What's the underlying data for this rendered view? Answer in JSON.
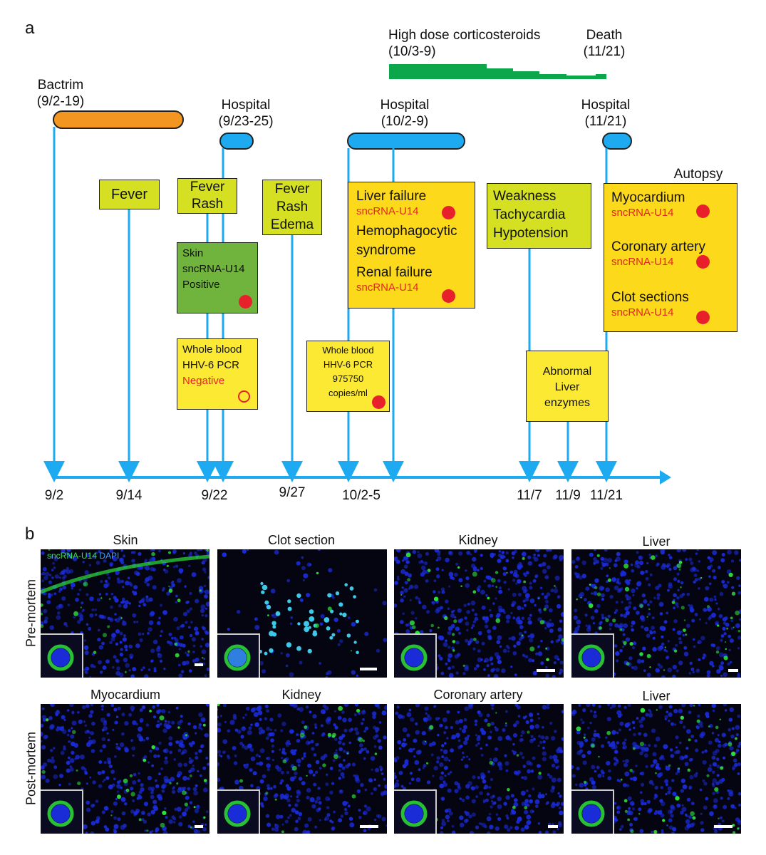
{
  "panels": {
    "a": "a",
    "b": "b"
  },
  "top_bars": {
    "steroids_label": "High dose corticosteroids\n(10/3-9)",
    "death_label": "Death\n(11/21)",
    "bactrim_label": "Bactrim\n(9/2-19)",
    "hospital1_label": "Hospital\n(9/23-25)",
    "hospital2_label": "Hospital\n(10/2-9)",
    "hospital3_label": "Hospital\n(11/21)",
    "autopsy_label": "Autopsy"
  },
  "colors": {
    "timeline_blue": "#1daaf0",
    "bactrim_orange": "#f39521",
    "steroid_green": "#0ca64b",
    "box_lime": "#d4e021",
    "box_yellow": "#fdd91b",
    "box_green": "#70b33d",
    "marker_red": "#e8202b"
  },
  "events": {
    "fever1": "Fever",
    "fever_rash": "Fever\nRash",
    "fever_rash_edema": "Fever\nRash\nEdema",
    "skin_box": {
      "l1": "Skin",
      "l2": "sncRNA-U14",
      "l3": "Positive"
    },
    "wb_neg": {
      "l1": "Whole blood",
      "l2": "HHV-6 PCR",
      "l3": "Negative"
    },
    "wb_pos": {
      "l1": "Whole blood",
      "l2": "HHV-6 PCR",
      "l3": "975750",
      "l4": "copies/ml"
    },
    "hosp2_box": {
      "liver": "Liver failure",
      "liver_marker": "sncRNA-U14",
      "hemo1": "Hemophagocytic",
      "hemo2": "syndrome",
      "renal": "Renal failure",
      "renal_marker": "sncRNA-U14"
    },
    "weakness": "Weakness\nTachycardia\nHypotension",
    "liver_enzymes": "Abnormal\nLiver\nenzymes",
    "autopsy_box": {
      "myo": "Myocardium",
      "myo_marker": "sncRNA-U14",
      "coronary": "Coronary artery",
      "coronary_marker": "sncRNA-U14",
      "clot": "Clot sections",
      "clot_marker": "sncRNA-U14"
    }
  },
  "dates": [
    "9/2",
    "9/14",
    "9/22",
    "9/27",
    "10/2-5",
    "11/7",
    "11/9",
    "11/21"
  ],
  "panel_b": {
    "row_labels": [
      "Pre-mortem",
      "Post-mortem"
    ],
    "top_titles": [
      "Skin",
      "Clot section",
      "Kidney",
      "Liver"
    ],
    "bottom_titles": [
      "Myocardium",
      "Kidney",
      "Coronary artery",
      "Liver"
    ],
    "legend_green": "sncRNA-U14",
    "legend_blue": "DAPI",
    "stain_colors": {
      "green": "#2ee03a",
      "blue": "#1a2bd8",
      "cyan": "#3cc8e6"
    }
  }
}
